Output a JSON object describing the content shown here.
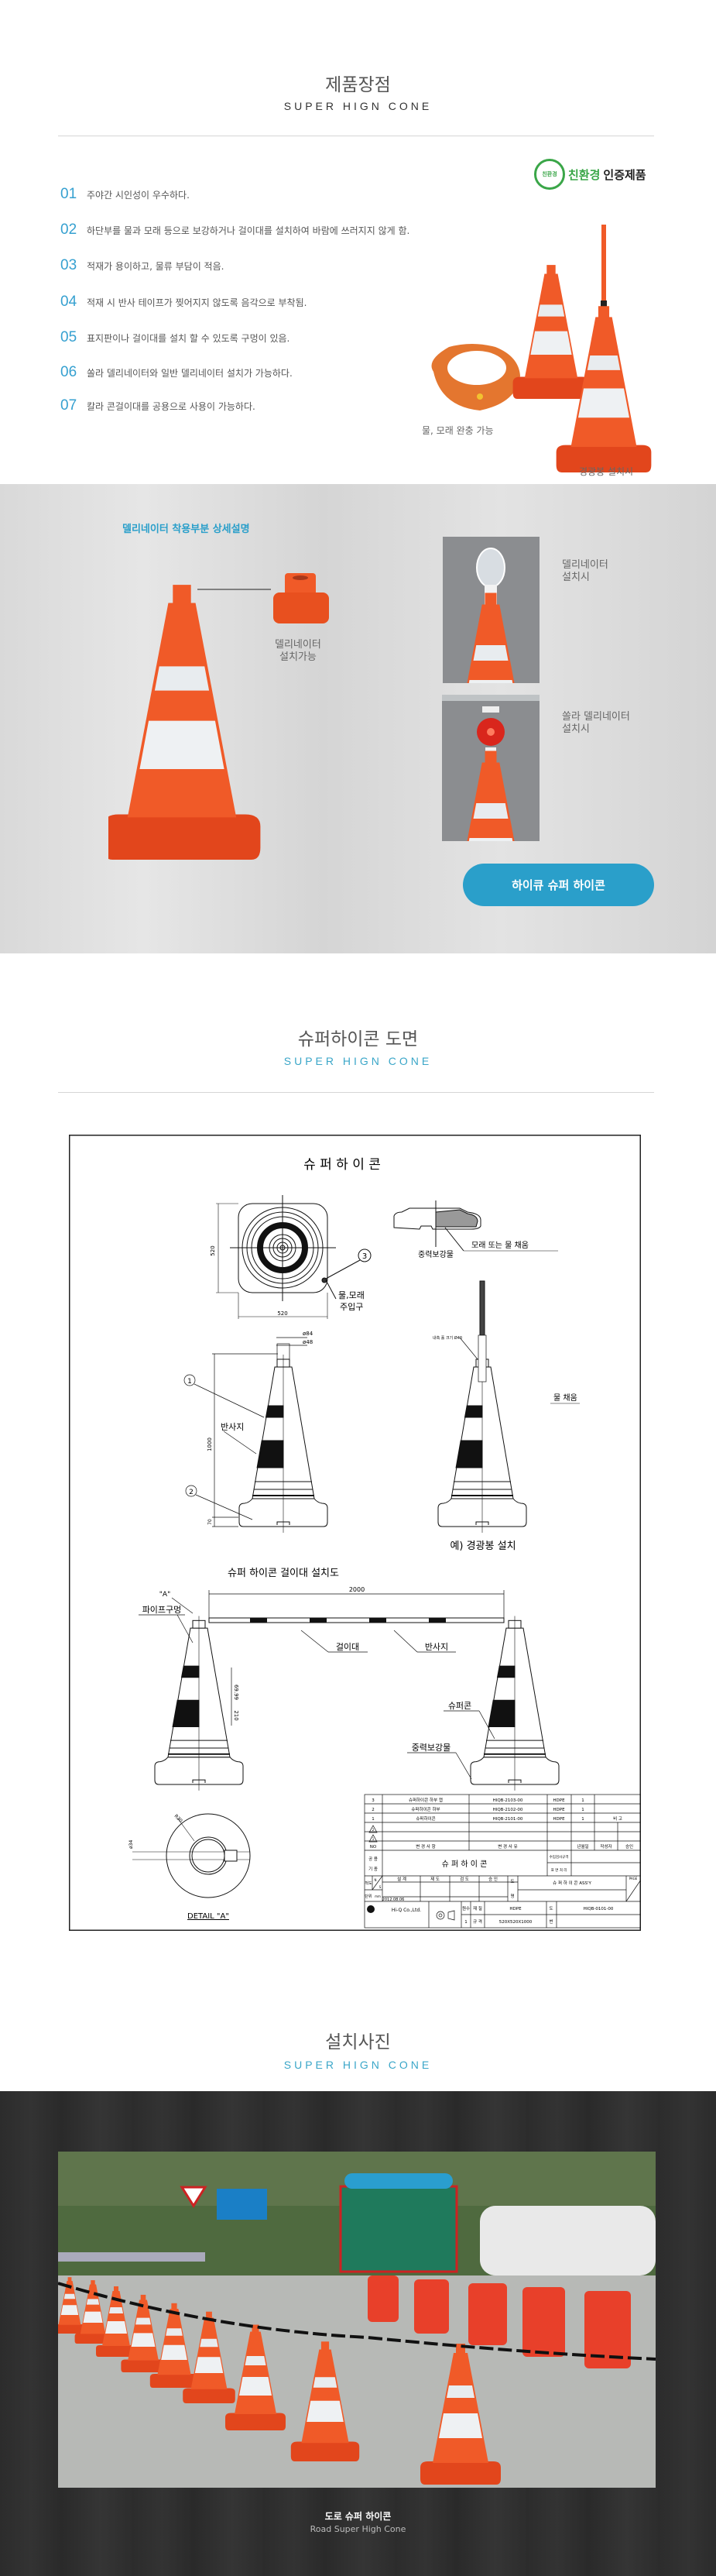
{
  "features": {
    "title": "제품장점",
    "subtitle": "SUPER HIGN CONE",
    "items": [
      {
        "num": "01",
        "text": "주야간 시인성이 우수하다."
      },
      {
        "num": "02",
        "text": "하단부를 물과 모래 등으로 보강하거나 걸이대를 설치하여 바람에 쓰러지지 않게 함."
      },
      {
        "num": "03",
        "text": "적재가 용이하고, 물류 부담이 적음."
      },
      {
        "num": "04",
        "text": "적재 시 반사 테이프가 찢어지지 않도록 음각으로 부착됨."
      },
      {
        "num": "05",
        "text": "표지판이나 걸이대를 설치 할 수 있도록 구멍이  있음."
      },
      {
        "num": "06",
        "text": "쏠라 델리네이터와 일반 델리네이터 설치가 가능하다."
      },
      {
        "num": "07",
        "text": "칼라 콘걸이대를 공용으로 사용이 가능하다."
      }
    ],
    "eco_badge": {
      "seal": "친환경",
      "label_green": "친환경",
      "label_dark": "인증제품"
    },
    "captions": {
      "sand": "물, 모래 완충 가능",
      "light": "경광봉 설치시"
    }
  },
  "delineator": {
    "heading": "델리네이터 착용부분 상세설명",
    "cap_label": [
      "델리네이터",
      "설치가능"
    ],
    "photo1_label": [
      "델리네이터",
      "설치시"
    ],
    "photo2_label": [
      "쏠라 델리네이터",
      "설치시"
    ],
    "button": "하이큐 슈퍼 하이콘"
  },
  "drawing_section": {
    "title": "슈퍼하이콘 도면",
    "subtitle": "SUPER HIGN CONE"
  },
  "drawing": {
    "title": "슈 퍼 하 이 콘",
    "dim_width": "520",
    "dim_depth": "520",
    "marker3": "3",
    "inlet": [
      "물,모래",
      "주입구"
    ],
    "gravity": "중력보강물",
    "fill": "모래 또는 물 채움",
    "d84": "ø84",
    "d48": "ø48",
    "marker1": "1",
    "marker2": "2",
    "reflect": "반사지",
    "height": "1000",
    "base_h": "70",
    "hole": "내측 홀 크기 Ø40",
    "water": "물 채움",
    "example": "예) 경광봉 설치",
    "barrier_title": "슈퍼 하이콘 걸이대 설치도",
    "span": "2000",
    "a_mark": "\"A\"",
    "pipe_hole": "파이프구멍",
    "bar": "걸이대",
    "reflect2": "반사지",
    "band_gap": "69.99",
    "band_h": "210",
    "supercone": "슈퍼콘",
    "gravity2": "중력보강물",
    "r30": "R30",
    "d34": "ø34",
    "detail": "DETAIL \"A\"",
    "block": {
      "parts": [
        [
          "3",
          "슈퍼하이콘 하부 캡",
          "HIQB-2103-00",
          "HDPE",
          "1",
          ""
        ],
        [
          "2",
          "슈퍼하이콘 하부",
          "HIQB-2102-00",
          "HDPE",
          "1",
          ""
        ],
        [
          "1",
          "슈퍼하이콘",
          "HIQB-2101-00",
          "HDPE",
          "1",
          "비 고"
        ]
      ],
      "rev_marks": [
        "2",
        "1"
      ],
      "header": [
        "NO",
        "변 경 사 항",
        "변 경 사 유",
        "년월일",
        "작성자",
        "승인"
      ],
      "common": "공 용",
      "model": "기 종",
      "name": "슈 퍼 하 이 콘",
      "inspect": "수입검사규격",
      "surface": "표 면 처 리",
      "scale": "척도",
      "ns_n": "N",
      "ns_s": "S",
      "roles": [
        "설 계",
        "제 도",
        "검 도",
        "승 인"
      ],
      "do": "도",
      "myeong": "명",
      "drawing_name": "슈 퍼 하 이 콘 ASS'Y",
      "page": "PAGE",
      "unit": "단위",
      "unit_val": "mm",
      "date": "2012.08.06",
      "company": "Hi-Q Co.,Ltd.",
      "qty_label": "원수",
      "qty": "1",
      "material_label": "재 질",
      "material": "HDPE",
      "spec_label": "규 격",
      "spec": "520X520X1000",
      "no_label_1": "도",
      "no_label_2": "번",
      "dwg_no": "HIQB-0101-00"
    }
  },
  "photos": {
    "title": "설치사진",
    "subtitle": "SUPER HIGN CONE",
    "caption_ko": "도로 슈퍼 하이콘",
    "caption_en": "Road Super High Cone"
  },
  "colors": {
    "accent": "#2a9fca",
    "cone": "#f05a28",
    "eco_green": "#3aa648"
  }
}
